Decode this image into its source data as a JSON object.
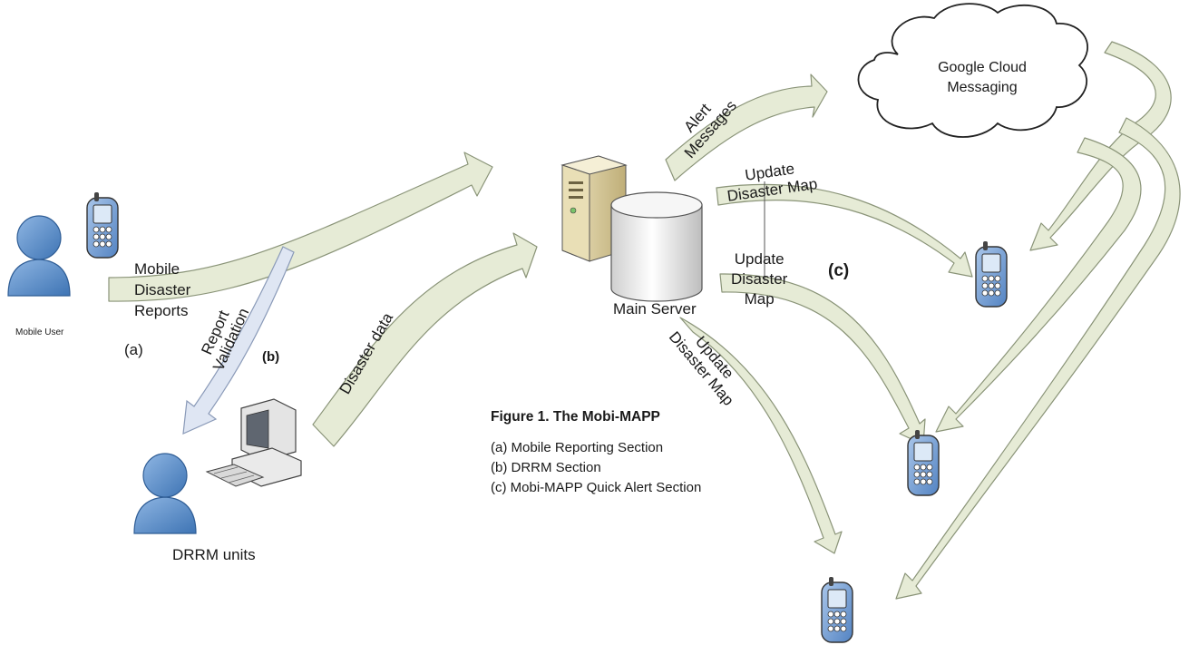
{
  "nodes": {
    "mobile_user": "Mobile User",
    "drrm_units": "DRRM units",
    "main_server": "Main Server",
    "gcm_line1": "Google Cloud",
    "gcm_line2": "Messaging"
  },
  "flows": {
    "mobile_reports": [
      "Mobile",
      "Disaster",
      "Reports"
    ],
    "report_validation": [
      "Report",
      "Validation"
    ],
    "disaster_data": "Disaster data",
    "alert_messages": [
      "Alert",
      "Messages"
    ],
    "update_map_1": [
      "Update",
      "Disaster Map"
    ],
    "update_map_2": [
      "Update",
      "Disaster",
      "Map"
    ],
    "update_map_3": [
      "Update",
      "Disaster Map"
    ]
  },
  "section_markers": {
    "a": "(a)",
    "b": "(b)",
    "c": "(c)"
  },
  "caption": {
    "figure_label": "Figure 1",
    "figure_title": ". The Mobi-MAPP",
    "items": [
      "(a) Mobile Reporting Section",
      "(b) DRRM Section",
      "(c) Mobi-MAPP Quick Alert Section"
    ]
  },
  "colors": {
    "arrow_fill": "#e6ebd6",
    "arrow_stroke": "#8a9478",
    "validation_fill": "#dfe6f3",
    "person_blue": "#5b8fc9",
    "phone_blue": "#7aa3d6"
  }
}
